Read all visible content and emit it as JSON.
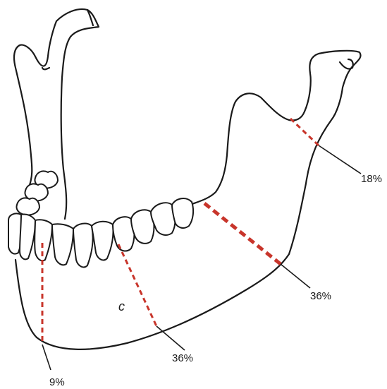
{
  "colors": {
    "outline": "#1a1a1a",
    "fracture_line": "#c8352b",
    "background": "#ffffff"
  },
  "fracture_sites": [
    {
      "id": "condyle",
      "label": "18%"
    },
    {
      "id": "angle",
      "label": "36%"
    },
    {
      "id": "body",
      "label": "36%"
    },
    {
      "id": "symphysis",
      "label": "9%"
    }
  ],
  "annotation_mark": "c"
}
